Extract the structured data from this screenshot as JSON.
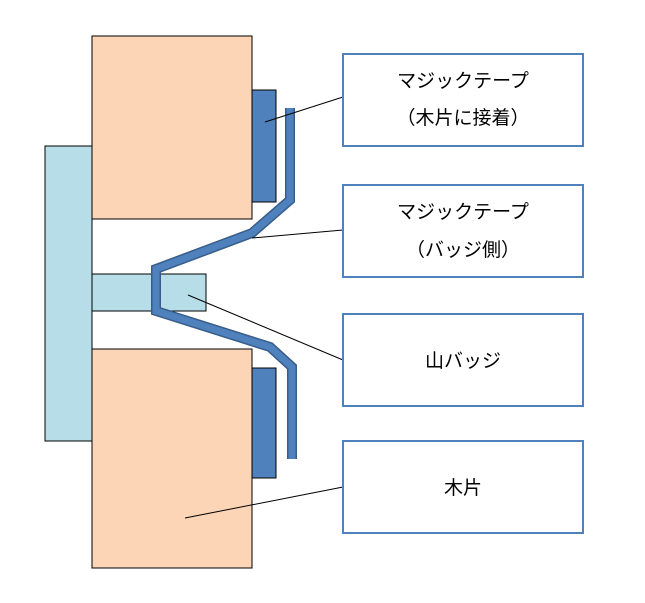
{
  "colors": {
    "wood_fill": "#FBD5B5",
    "badge_fill": "#B7DEE8",
    "tape_fill": "#4F81BD",
    "tape_edge": "#385D8A",
    "outline": "#000000",
    "box_border": "#4F81BD"
  },
  "labels": {
    "tape_wood": {
      "line1": "マジックテープ",
      "line2": "（木片に接着）"
    },
    "tape_badge": {
      "line1": "マジックテープ",
      "line2": "（バッジ側）"
    },
    "badge": {
      "text": "山バッジ"
    },
    "wood": {
      "text": "木片"
    }
  }
}
